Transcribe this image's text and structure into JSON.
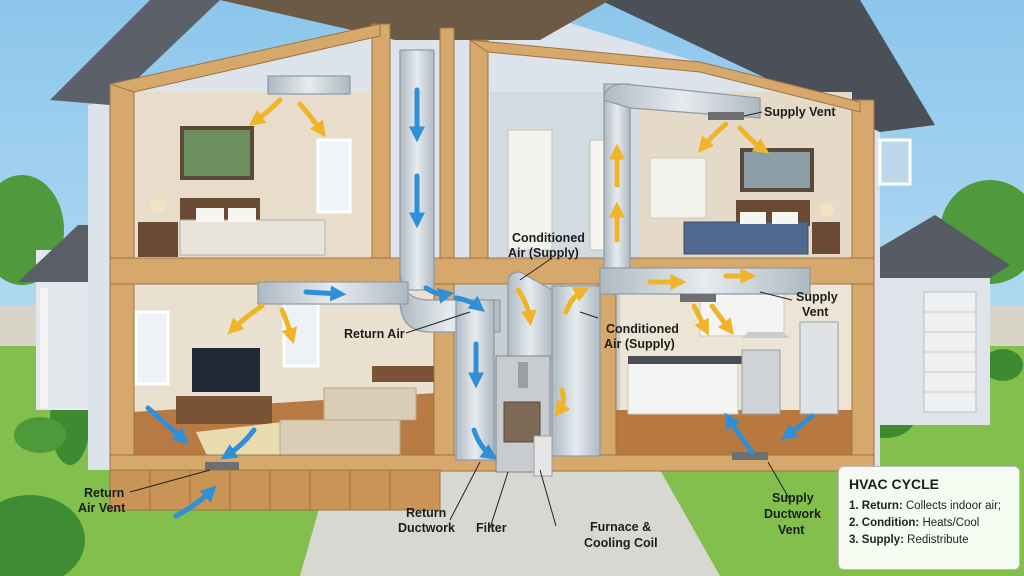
{
  "labels": {
    "supply_vent_top": "Supply Vent",
    "conditioned_air_1_line1": "Conditioned",
    "conditioned_air_1_line2": "Air (Supply)",
    "supply_vent_kitchen_line1": "Supply",
    "supply_vent_kitchen_line2": "Vent",
    "return_air": "Return Air",
    "conditioned_air_2_line1": "Conditioned",
    "conditioned_air_2_line2": "Air (Supply)",
    "return_air_vent_line1": "Return",
    "return_air_vent_line2": "Air Vent",
    "return_ductwork_line1": "Return",
    "return_ductwork_line2": "Ductwork",
    "filter": "Filter",
    "furnace_line1": "Furnace &",
    "furnace_line2": "Cooling Coil",
    "supply_ductwork_vent_line1": "Supply",
    "supply_ductwork_vent_line2": "Ductwork",
    "supply_ductwork_vent_line3": "Vent"
  },
  "legend": {
    "title": "HVAC CYCLE",
    "items": [
      {
        "term": "1. Return:",
        "desc": " Collects indoor air;"
      },
      {
        "term": "2. Condition:",
        "desc": " Heats/Cool"
      },
      {
        "term": "3. Supply:",
        "desc": " Redistribute"
      }
    ]
  },
  "colors": {
    "sky": "#a9d4ee",
    "grass": "#7dbb4a",
    "wood_frame": "#d5a76a",
    "duct": "#c9d2d9",
    "supply_arrow": "#f0b429",
    "return_arrow": "#2f8fd8",
    "siding": "#dfe4ea",
    "roof": "#4b4f57"
  }
}
